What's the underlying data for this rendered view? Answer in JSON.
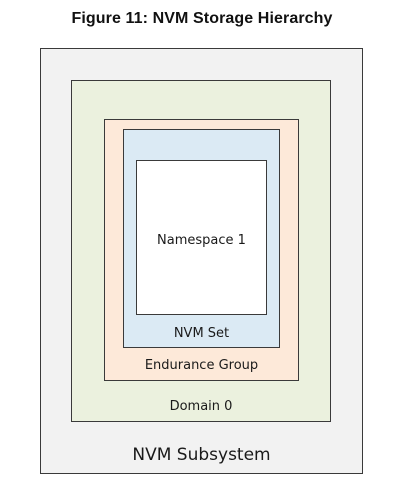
{
  "figure": {
    "caption": "Figure 11: NVM Storage Hierarchy"
  },
  "boxes": {
    "subsystem": {
      "label": "NVM Subsystem",
      "fill": "#f2f2f2"
    },
    "domain": {
      "label": "Domain 0",
      "fill": "#ebf1de"
    },
    "endurance_group": {
      "label": "Endurance Group",
      "fill": "#fde9d9"
    },
    "nvm_set": {
      "label": "NVM Set",
      "fill": "#dbeaf4"
    },
    "namespace": {
      "label": "Namespace 1",
      "fill": "#ffffff"
    }
  }
}
